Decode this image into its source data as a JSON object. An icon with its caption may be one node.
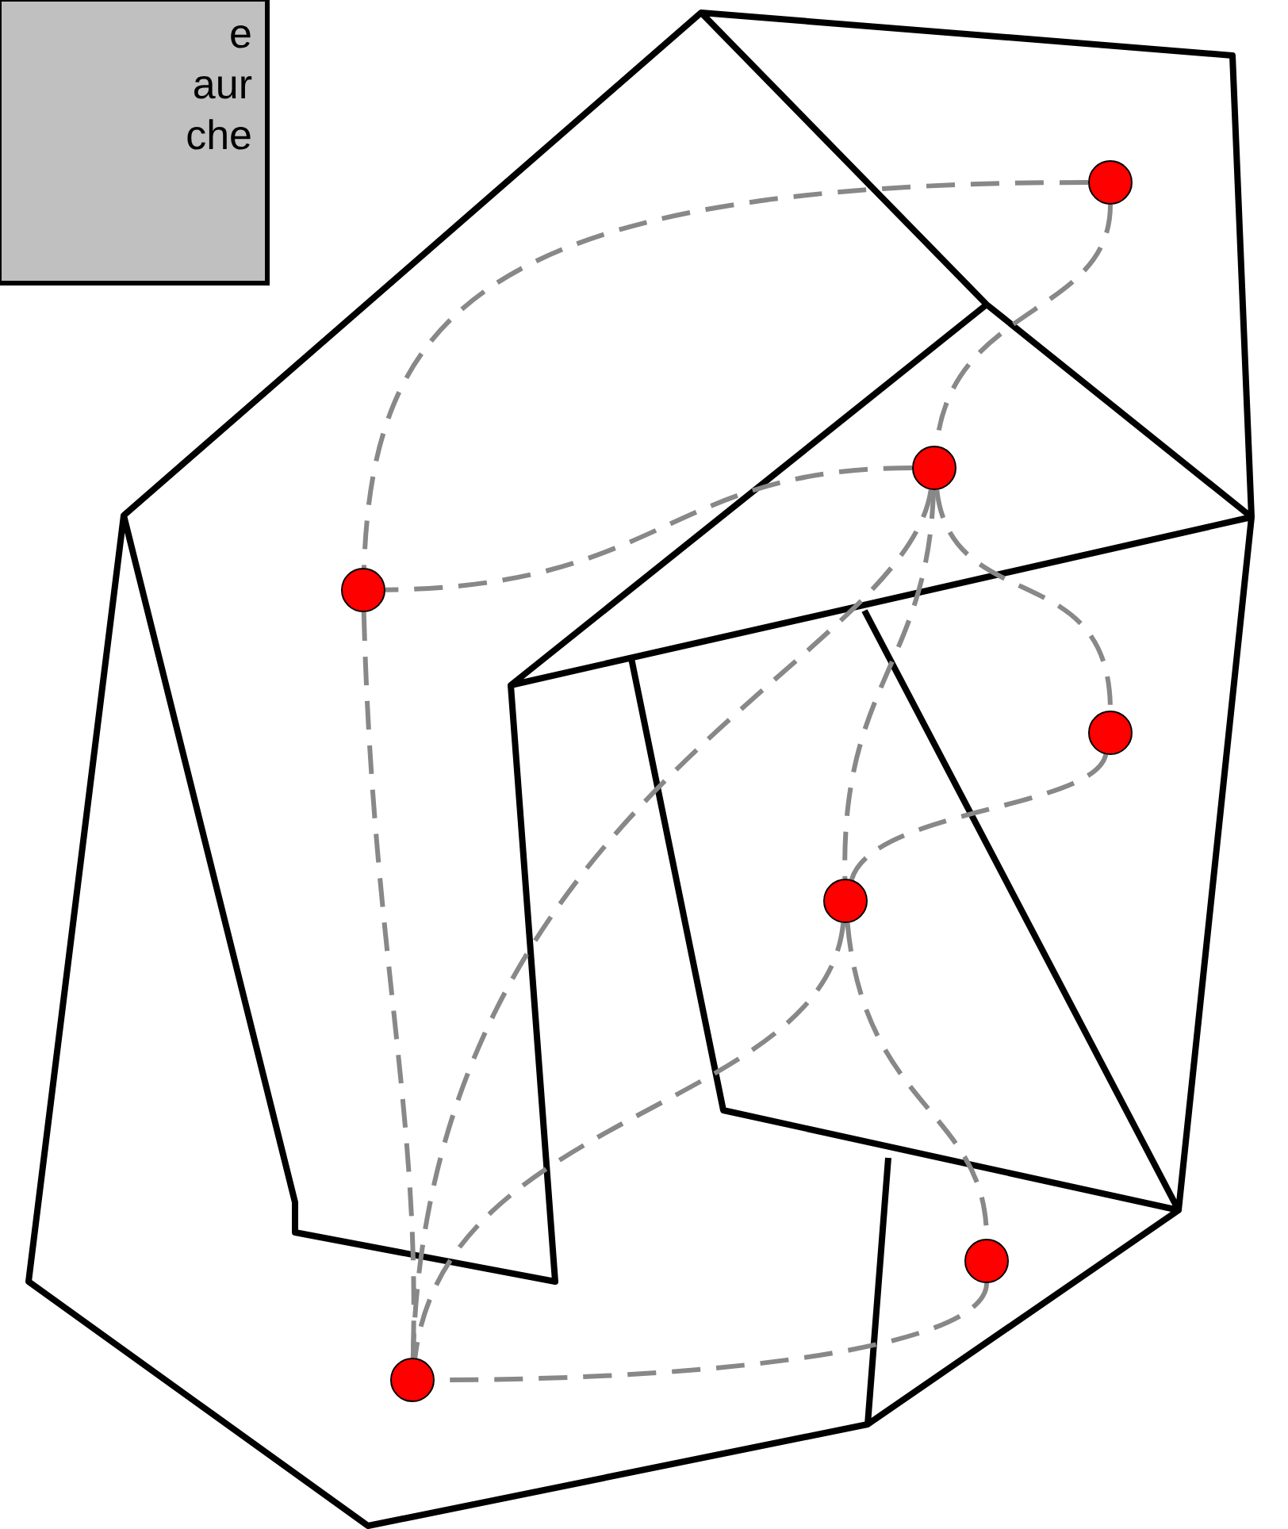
{
  "diagram": {
    "nodes": [
      {
        "text": [
          "e aur che"
        ]
      },
      {
        "text": [],
        "shape": "circle"
      },
      {
        "text": [],
        "shape": "circle"
      },
      {
        "text": [],
        "shape": "circle"
      },
      {
        "text": [],
        "shape": "circle"
      },
      {
        "text": [],
        "shape": "circle"
      },
      {
        "text": [],
        "shape": "circle"
      },
      {
        "text": [],
        "shape": "circle"
      }
    ],
    "edges": [
      {
        "from": 1,
        "to": 3,
        "arrow": "none",
        "style": "dashed"
      },
      {
        "from": 1,
        "to": 2,
        "arrow": "none",
        "style": "dashed"
      },
      {
        "from": 2,
        "to": 3,
        "arrow": "none",
        "style": "dashed"
      },
      {
        "from": 2,
        "to": 4,
        "arrow": "none",
        "style": "dashed"
      },
      {
        "from": 2,
        "to": 5,
        "arrow": "none",
        "style": "dashed"
      },
      {
        "from": 2,
        "to": 7,
        "arrow": "none",
        "style": "dashed"
      },
      {
        "from": 3,
        "to": 7,
        "arrow": "none",
        "style": "dashed"
      },
      {
        "from": 4,
        "to": 5,
        "arrow": "none",
        "style": "dashed"
      },
      {
        "from": 5,
        "to": 7,
        "arrow": "none",
        "style": "dashed"
      },
      {
        "from": 5,
        "to": 6,
        "arrow": "none",
        "style": "dashed"
      },
      {
        "from": 6,
        "to": 7,
        "arrow": "none",
        "style": "dashed"
      }
    ]
  }
}
